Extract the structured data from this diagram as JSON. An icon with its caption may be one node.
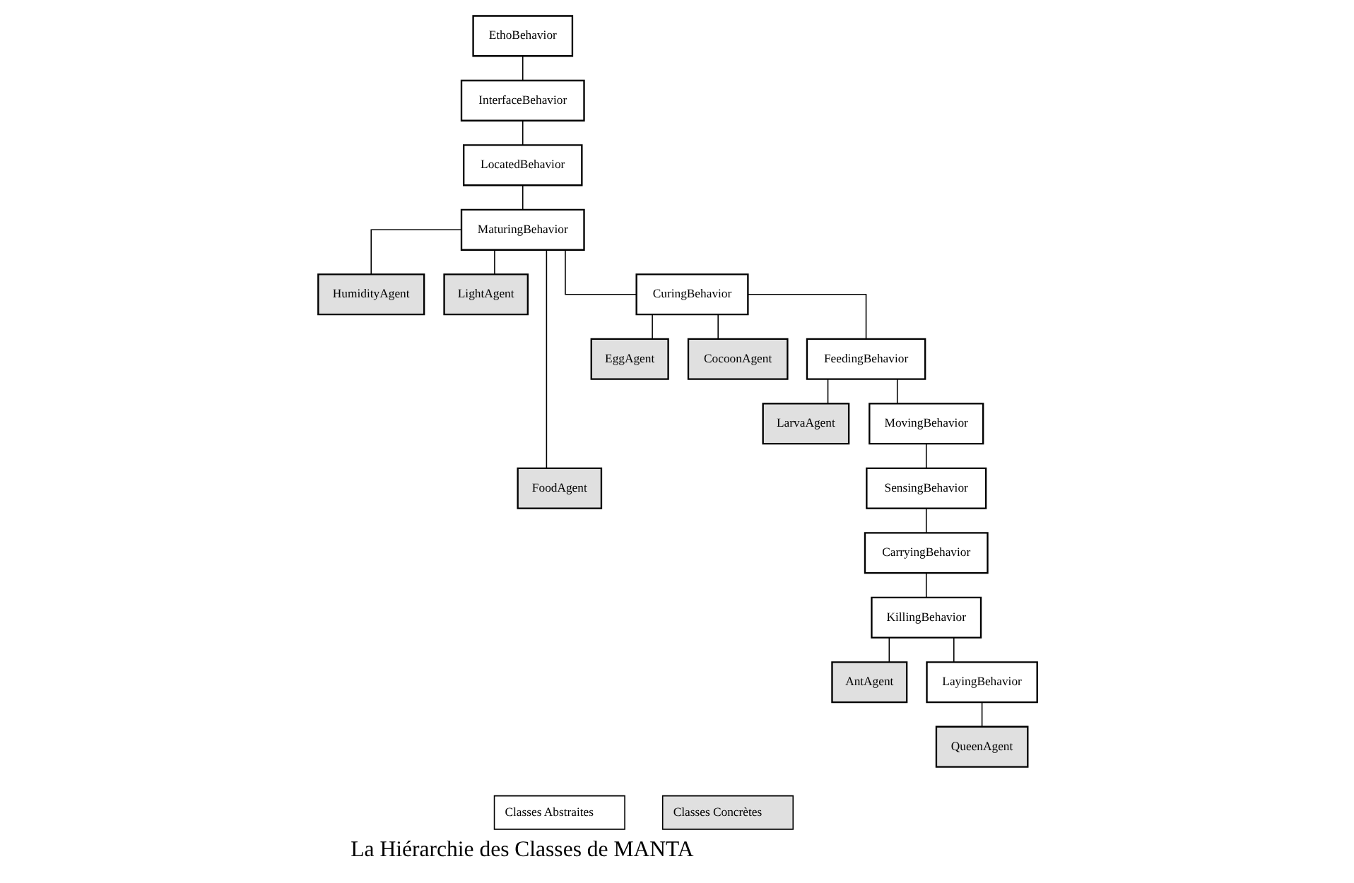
{
  "diagram": {
    "title": "La Hiérarchie des Classes de MANTA",
    "nodes": [
      {
        "text": [
          "EthoBehavior"
        ]
      },
      {
        "text": [
          "InterfaceBehavior"
        ]
      },
      {
        "text": [
          "LocatedBehavior"
        ]
      },
      {
        "text": [
          "MaturingBehavior"
        ]
      },
      {
        "text": [
          "HumidityAgent"
        ]
      },
      {
        "text": [
          "LightAgent"
        ]
      },
      {
        "text": [
          "FoodAgent"
        ]
      },
      {
        "text": [
          "CuringBehavior"
        ]
      },
      {
        "text": [
          "EggAgent"
        ]
      },
      {
        "text": [
          "CocoonAgent"
        ]
      },
      {
        "text": [
          "FeedingBehavior"
        ]
      },
      {
        "text": [
          "LarvaAgent"
        ]
      },
      {
        "text": [
          "MovingBehavior"
        ]
      },
      {
        "text": [
          "SensingBehavior"
        ]
      },
      {
        "text": [
          "CarryingBehavior"
        ]
      },
      {
        "text": [
          "KillingBehavior"
        ]
      },
      {
        "text": [
          "AntAgent"
        ]
      },
      {
        "text": [
          "LayingBehavior"
        ]
      },
      {
        "text": [
          "QueenAgent"
        ]
      }
    ],
    "edges": [
      {
        "from": 0,
        "to": 1,
        "arrow": "none"
      },
      {
        "from": 1,
        "to": 2,
        "arrow": "none"
      },
      {
        "from": 2,
        "to": 3,
        "arrow": "none"
      },
      {
        "from": 3,
        "to": 4,
        "arrow": "none"
      },
      {
        "from": 3,
        "to": 5,
        "arrow": "none"
      },
      {
        "from": 3,
        "to": 6,
        "arrow": "none"
      },
      {
        "from": 3,
        "to": 7,
        "arrow": "none"
      },
      {
        "from": 7,
        "to": 8,
        "arrow": "none"
      },
      {
        "from": 7,
        "to": 9,
        "arrow": "none"
      },
      {
        "from": 7,
        "to": 10,
        "arrow": "none"
      },
      {
        "from": 10,
        "to": 11,
        "arrow": "none"
      },
      {
        "from": 10,
        "to": 12,
        "arrow": "none"
      },
      {
        "from": 12,
        "to": 13,
        "arrow": "none"
      },
      {
        "from": 13,
        "to": 14,
        "arrow": "none"
      },
      {
        "from": 14,
        "to": 15,
        "arrow": "none"
      },
      {
        "from": 15,
        "to": 16,
        "arrow": "none"
      },
      {
        "from": 15,
        "to": 17,
        "arrow": "none"
      },
      {
        "from": 17,
        "to": 18,
        "arrow": "none"
      }
    ],
    "legend": [
      {
        "text": "Classes Abstraites",
        "color": "#ffffff"
      },
      {
        "text": "Classes Concrètes",
        "color": "#e0e0e0"
      }
    ]
  }
}
